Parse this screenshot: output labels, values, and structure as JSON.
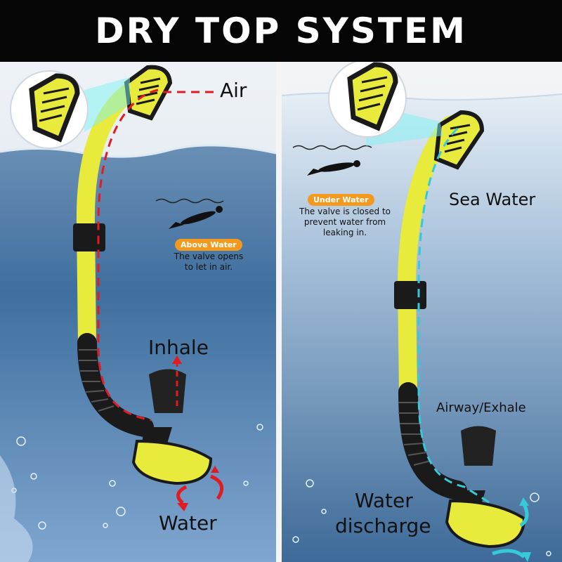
{
  "header": {
    "title": "DRY TOP SYSTEM"
  },
  "left": {
    "air_label": "Air",
    "badge": "Above Water",
    "note_line1": "The valve opens",
    "note_line2": "to let in air.",
    "inhale_label": "Inhale",
    "water_label": "Water"
  },
  "right": {
    "sea_water_label": "Sea Water",
    "badge": "Under Water",
    "note_line1": "The valve is closed to",
    "note_line2": "prevent water from",
    "note_line3": "leaking in.",
    "airway_label": "Airway/Exhale",
    "discharge_line1": "Water",
    "discharge_line2": "discharge"
  },
  "colors": {
    "tube_yellow": "#e8ea3c",
    "tube_black": "#1a1a1a",
    "air_arrow": "#e11b22",
    "water_arrow": "#36c9d8",
    "badge_orange": "#f39a1e"
  }
}
